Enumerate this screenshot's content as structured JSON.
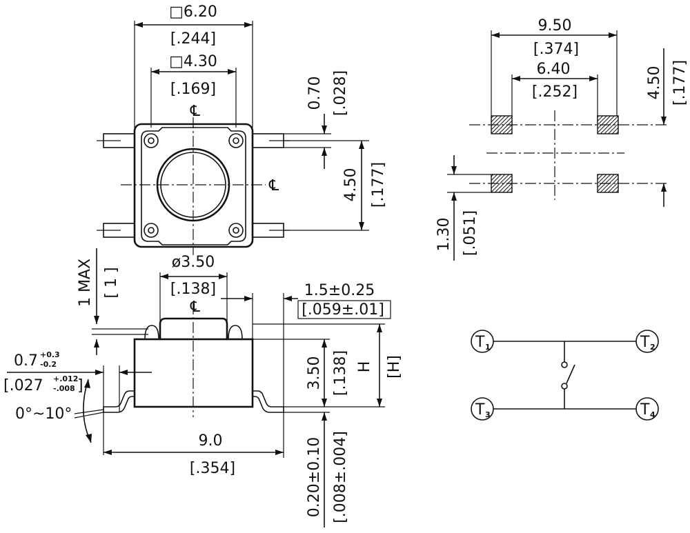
{
  "top_view": {
    "body_width": "□6.20",
    "body_width_in": "[.244]",
    "inner_width": "□4.30",
    "inner_width_in": "[.169]",
    "lead_width": "0.70",
    "lead_width_in": "[.028]",
    "pin_pitch": "4.50",
    "pin_pitch_in": "[.177]",
    "centerline_mark": "℄"
  },
  "side_view": {
    "max_gap": "1 MAX",
    "max_gap_in": "[ 1 ]",
    "actuator_dia": "ø3.50",
    "actuator_dia_in": "[.138]",
    "offset": "1.5±0.25",
    "offset_in": "[.059±.01]",
    "lead_len_base": "0.7",
    "lead_len_tol_plus": "+0.3",
    "lead_len_tol_minus": "-0.2",
    "lead_len_in_base": "[.027",
    "lead_len_in_tol_plus": "+.012",
    "lead_len_in_tol_minus": "-.008",
    "lead_len_in_close": "]",
    "angle": "0°~10°",
    "body_height": "3.50",
    "body_height_in": "[.138]",
    "total_height": "H",
    "total_height_in": "[H]",
    "lead_thickness": "0.20±0.10",
    "lead_thickness_in": "[.008±.004]",
    "span": "9.0",
    "span_in": "[.354]",
    "centerline_mark": "℄"
  },
  "footprint": {
    "outer_pitch": "9.50",
    "outer_pitch_in": "[.374]",
    "inner_pitch": "6.40",
    "inner_pitch_in": "[.252]",
    "row_pitch": "4.50",
    "row_pitch_in": "[.177]",
    "pad_height": "1.30",
    "pad_height_in": "[.051]"
  },
  "schematic": {
    "terminals": [
      {
        "id": "T1",
        "letter": "T",
        "sub": "1"
      },
      {
        "id": "T2",
        "letter": "T",
        "sub": "2"
      },
      {
        "id": "T3",
        "letter": "T",
        "sub": "3"
      },
      {
        "id": "T4",
        "letter": "T",
        "sub": "4"
      }
    ]
  }
}
